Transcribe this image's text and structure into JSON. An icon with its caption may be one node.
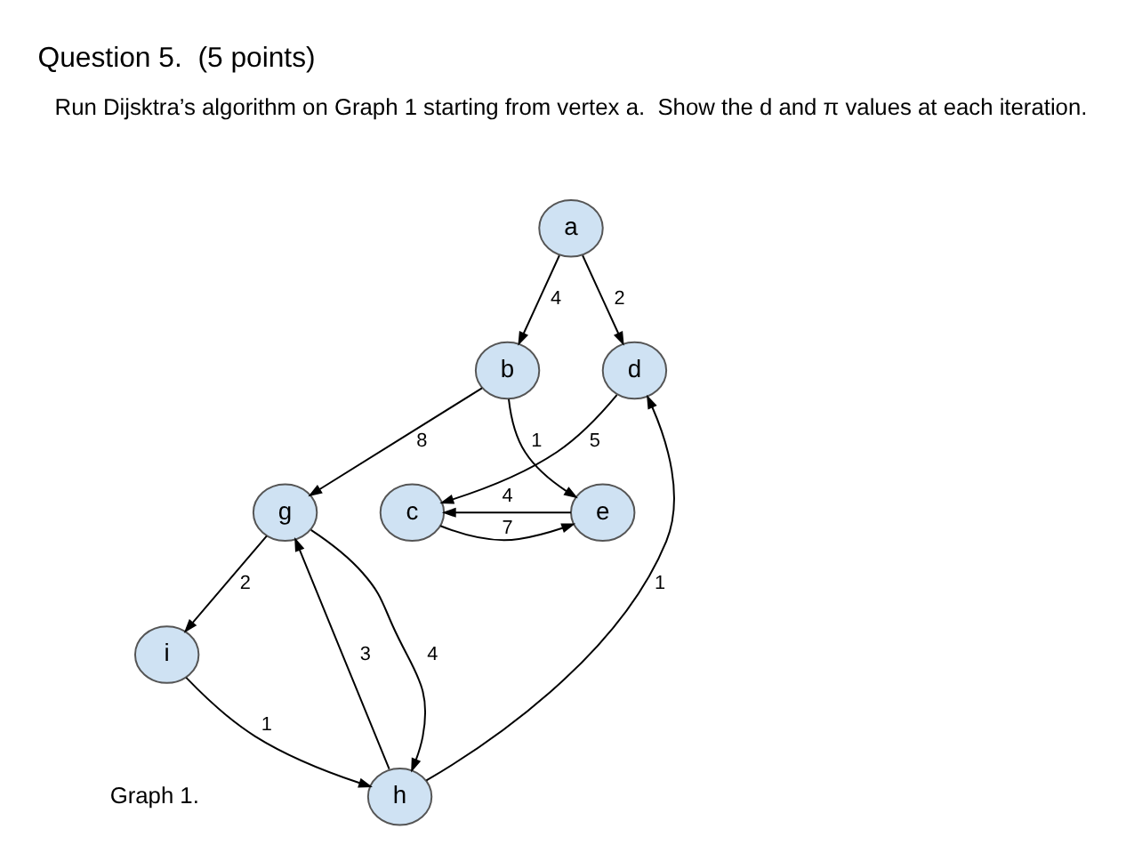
{
  "diagram": {
    "title": "Question 5.  (5 points)",
    "caption": "Graph 1.",
    "nodes": [
      {
        "text": [
          "d"
        ]
      },
      {
        "text": [
          "a"
        ]
      },
      {
        "text": [
          "b"
        ]
      },
      {
        "text": [
          "c"
        ]
      },
      {
        "text": [
          "e"
        ]
      },
      {
        "text": [
          "h"
        ]
      },
      {
        "text": [
          "g"
        ]
      },
      {
        "text": [
          "i"
        ]
      }
    ],
    "edges": [
      {
        "from": 0,
        "to": 3,
        "arrow": "to",
        "label": "5"
      },
      {
        "from": 1,
        "to": 0,
        "arrow": "to",
        "label": "2"
      },
      {
        "from": 1,
        "to": 2,
        "arrow": "to",
        "label": "4"
      },
      {
        "from": 2,
        "to": 4,
        "arrow": "to",
        "label": "1"
      },
      {
        "from": 4,
        "to": 3,
        "arrow": "to",
        "label": "4"
      },
      {
        "from": 3,
        "to": 4,
        "arrow": "to",
        "label": "7"
      },
      {
        "from": 2,
        "to": 6,
        "arrow": "to",
        "label": "8"
      },
      {
        "from": 5,
        "to": 0,
        "arrow": "to",
        "label": "1"
      },
      {
        "from": 5,
        "to": 6,
        "arrow": "to",
        "label": "3"
      },
      {
        "from": 6,
        "to": 5,
        "arrow": "to",
        "label": "4"
      },
      {
        "from": 6,
        "to": 7,
        "arrow": "to",
        "label": "2"
      },
      {
        "from": 7,
        "to": 5,
        "arrow": "to",
        "label": "1"
      }
    ],
    "labels": [
      "Run Dijsktra’s algorithm on Graph 1 starting from vertex a.  Show the d and π values at each iteration."
    ]
  }
}
